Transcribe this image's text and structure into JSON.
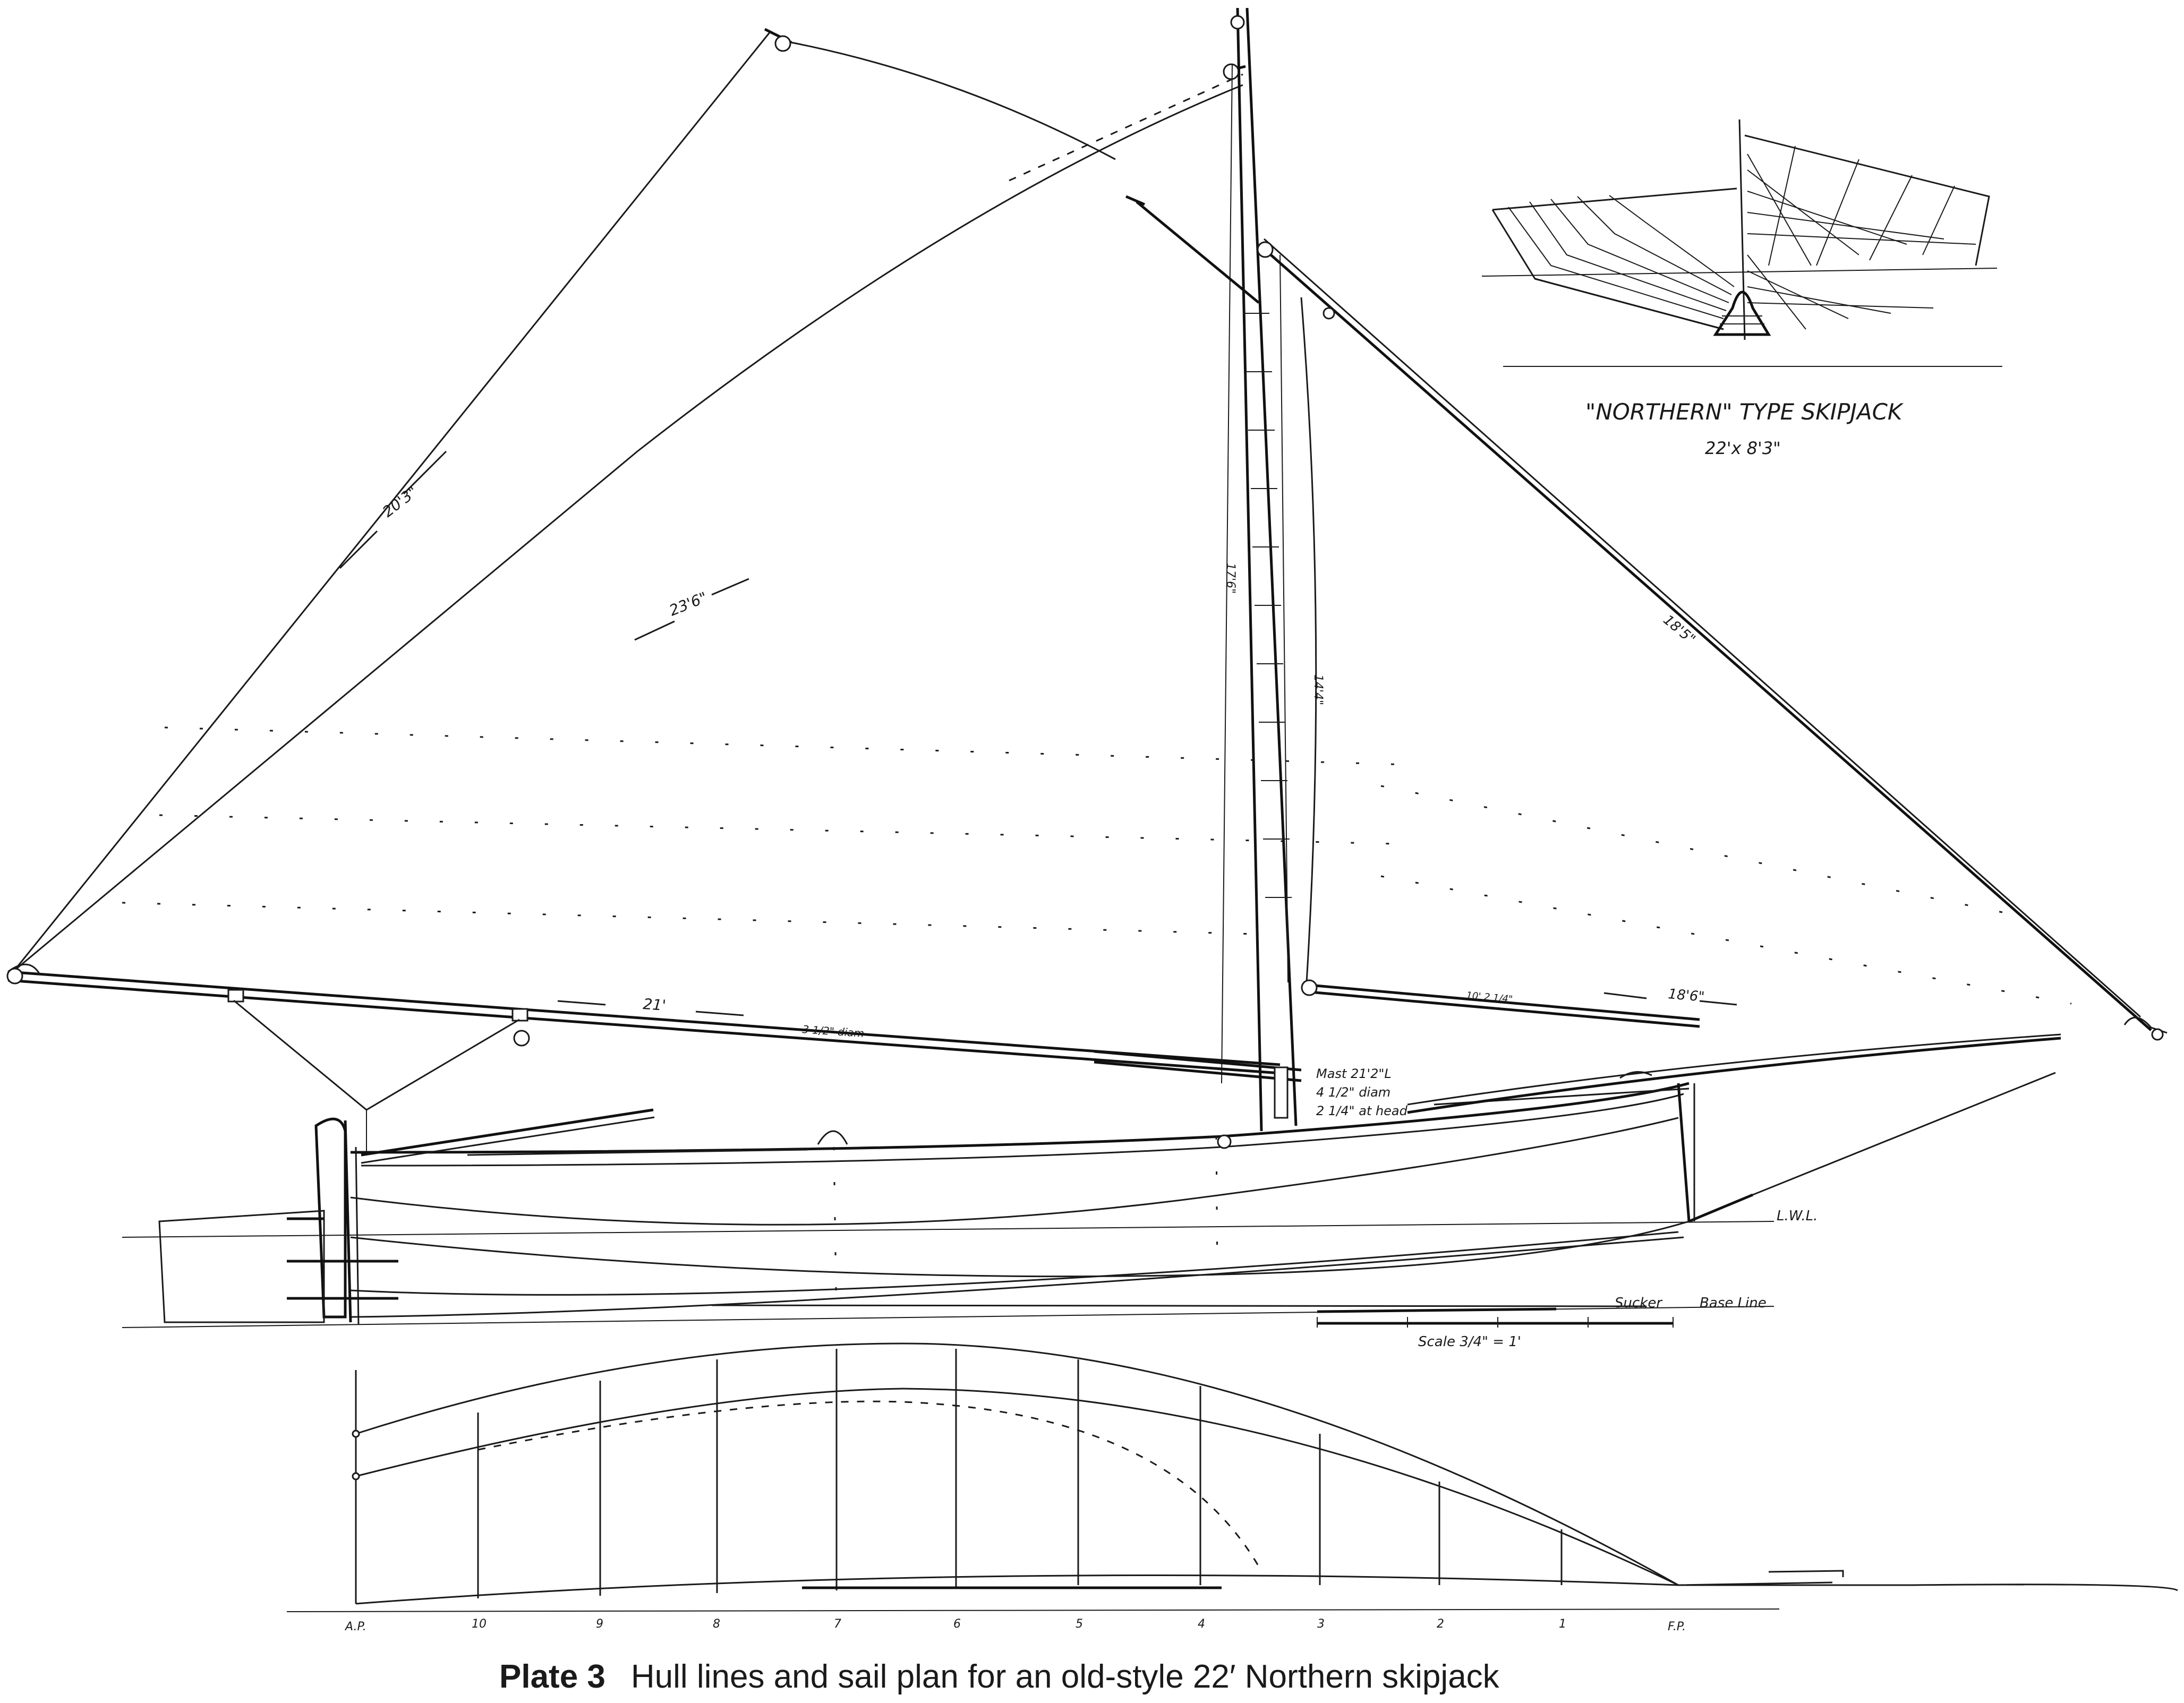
{
  "caption": {
    "plate": "Plate 3",
    "text": "Hull lines and sail plan for an old-style 22′ Northern skipjack"
  },
  "inset": {
    "title": "\"NORTHERN\" TYPE SKIPJACK",
    "dimensions": "22'x 8'3\""
  },
  "labels": {
    "lwl": "L.W.L.",
    "base_line": "Base Line",
    "sucker": "Sucker",
    "scale": "Scale 3/4\" = 1'",
    "mast_length": "Mast 21'2\"L",
    "mast_diam": "4 1/2\" diam",
    "mast_head": "2 1/4\" at head",
    "main_leech": "20'3\"",
    "main_diag": "23'6\"",
    "main_boom": "21'",
    "boom_diam": "3 1/2\" diam",
    "mast_hoist": "17'6\"",
    "jib_luff": "18'5\"",
    "jib_foot": "18'6\"",
    "jib_boom": "10' 2 1/4\"",
    "jib_leech": "14'4\""
  },
  "stations": [
    "A.P.",
    "10",
    "9",
    "8",
    "7",
    "6",
    "5",
    "4",
    "3",
    "2",
    "1",
    "F.P."
  ]
}
